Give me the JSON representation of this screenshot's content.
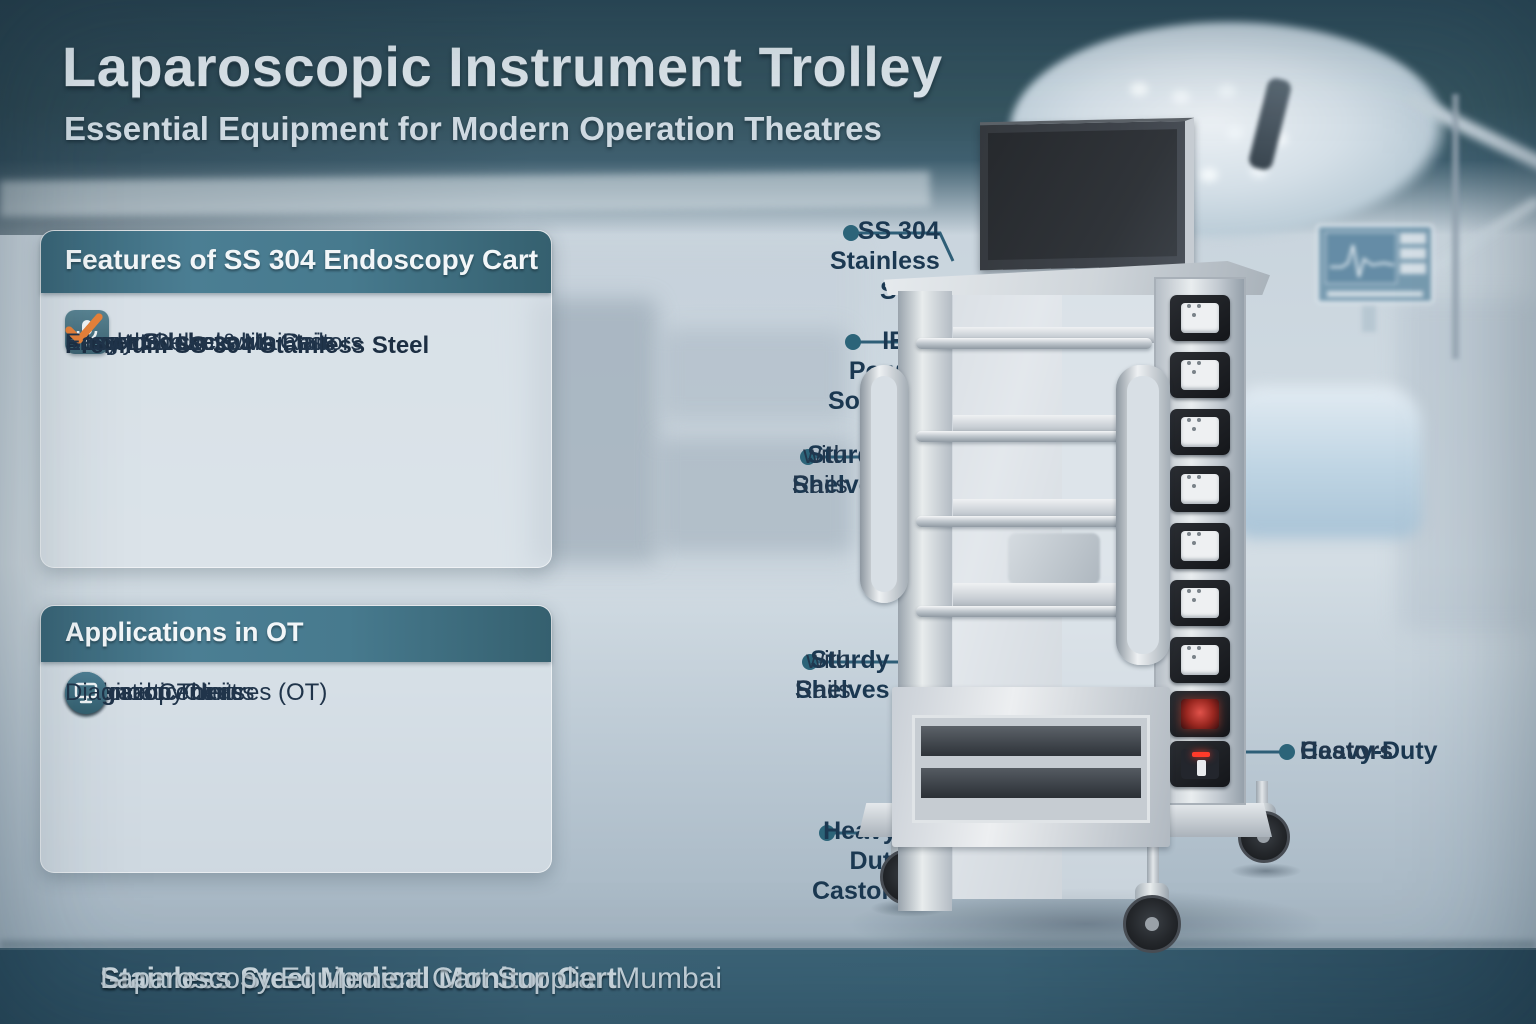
{
  "poster": {
    "title": "Laparoscopic Instrument Trolley",
    "subtitle": "Essential Equipment for Modern Operation Theatres"
  },
  "features_panel": {
    "title": "Features of SS 304 Endoscopy Cart",
    "items": [
      {
        "icon": "microphone-icon",
        "normal": "",
        "bold": "Premium SS 304 Stainless Steel"
      },
      {
        "icon": "check-icon",
        "normal": "Integrated ",
        "bold": "Power Sockets"
      },
      {
        "icon": "check-icon",
        "normal": "Sturdy Shelves with Rails",
        "bold": ""
      },
      {
        "icon": "check-icon",
        "normal": "Smooth & Lockable Castors",
        "bold": ""
      },
      {
        "icon": "check-icon",
        "normal": "Easy to Clean & Maintain",
        "bold": ""
      }
    ]
  },
  "applications_panel": {
    "title": "Applications in OT",
    "items": [
      {
        "icon": "operating-table-icon",
        "label": "Operation Theatres (OT)"
      },
      {
        "icon": "scalpel-icon",
        "label": "Endoscopy Units"
      },
      {
        "icon": "surgeon-icon",
        "label": "Surgical Centers"
      },
      {
        "icon": "monitor-icon",
        "label": "Diagnostic Clinics"
      }
    ]
  },
  "callouts": [
    {
      "line1": "SS 304 Stainless Steel",
      "line2": ""
    },
    {
      "line1": "IEC Power Sockets",
      "line2": ""
    },
    {
      "line1": "Sturdy Shelves",
      "line2": "with Rails"
    },
    {
      "line1": "Sturdy Shelves",
      "line2": "with Rails"
    },
    {
      "line1": "Heavy-Duty Castors",
      "line2": ""
    },
    {
      "line1": "Heavy-Duty",
      "line2": "Castors"
    }
  ],
  "footer": {
    "bold": "Stainless Steel Medical Monitor Cart",
    "separator": "–",
    "regular": "Laparoscopy Equipment Cart Supplier Mumbai"
  },
  "trolley": {
    "power_sockets_visible": 8,
    "switch_modules_visible": 1,
    "shelves_visible": 4,
    "castors_visible": 3
  },
  "colors": {
    "accent_orange": "#e8823a",
    "teal_header": "#3f6e82",
    "callout_line": "#2e5e77",
    "dark_navy_text": "#1d3348",
    "band_teal": "#33596d"
  }
}
